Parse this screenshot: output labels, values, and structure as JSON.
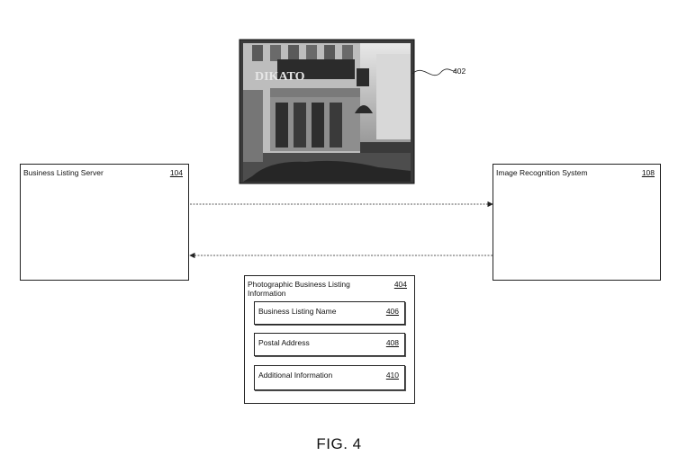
{
  "photo": {
    "ref": "402",
    "sign_text": "DIKATO"
  },
  "server_box": {
    "label": "Business Listing Server",
    "ref": "104"
  },
  "recognition_box": {
    "label": "Image Recognition System",
    "ref": "108"
  },
  "info_box": {
    "label_line1": "Photographic Business Listing",
    "label_line2": "Information",
    "ref": "404",
    "fields": [
      {
        "label": "Business Listing Name",
        "ref": "406"
      },
      {
        "label": "Postal Address",
        "ref": "408"
      },
      {
        "label": "Additional Information",
        "ref": "410"
      }
    ]
  },
  "caption": "FIG. 4"
}
